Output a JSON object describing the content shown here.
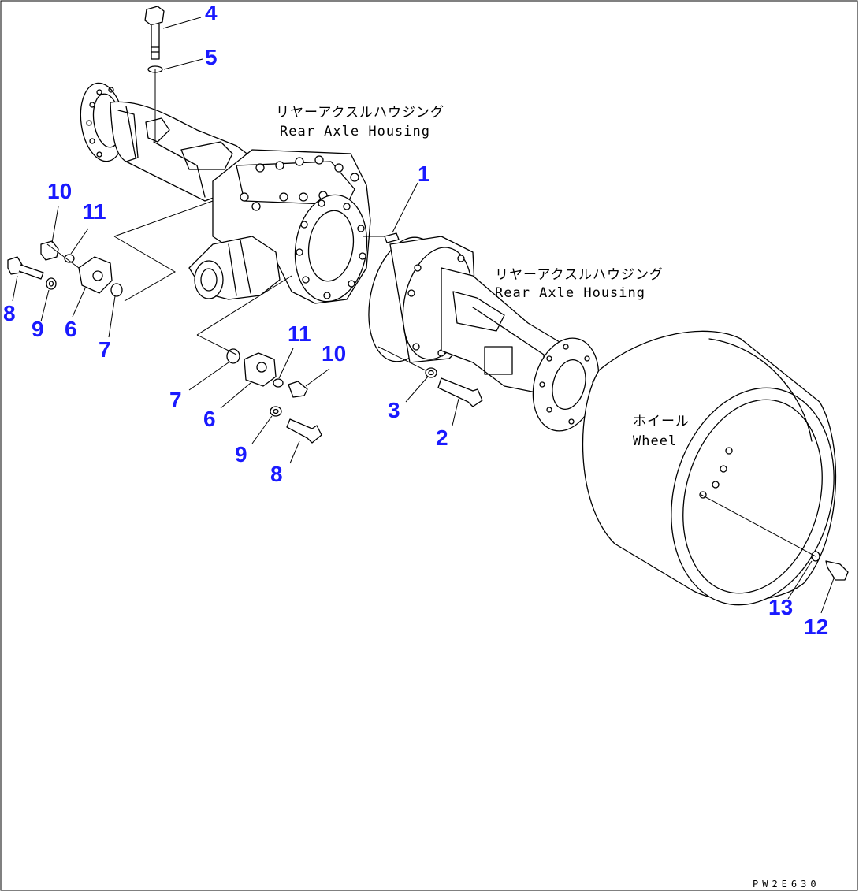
{
  "diagram": {
    "drawing_code": "PW2E630",
    "colors": {
      "callout": "#1a1aff",
      "line": "#000000",
      "background": "#ffffff"
    },
    "component_labels": [
      {
        "id": "housing-left",
        "jp": "リヤーアクスルハウジング",
        "en": "Rear Axle Housing"
      },
      {
        "id": "housing-right",
        "jp": "リヤーアクスルハウジング",
        "en": "Rear Axle Housing"
      },
      {
        "id": "wheel",
        "jp": "ホイール",
        "en": "Wheel"
      }
    ],
    "callouts": [
      "4",
      "5",
      "1",
      "10",
      "11",
      "8",
      "9",
      "6",
      "7",
      "11",
      "10",
      "7",
      "6",
      "9",
      "8",
      "3",
      "2",
      "13",
      "12"
    ]
  }
}
